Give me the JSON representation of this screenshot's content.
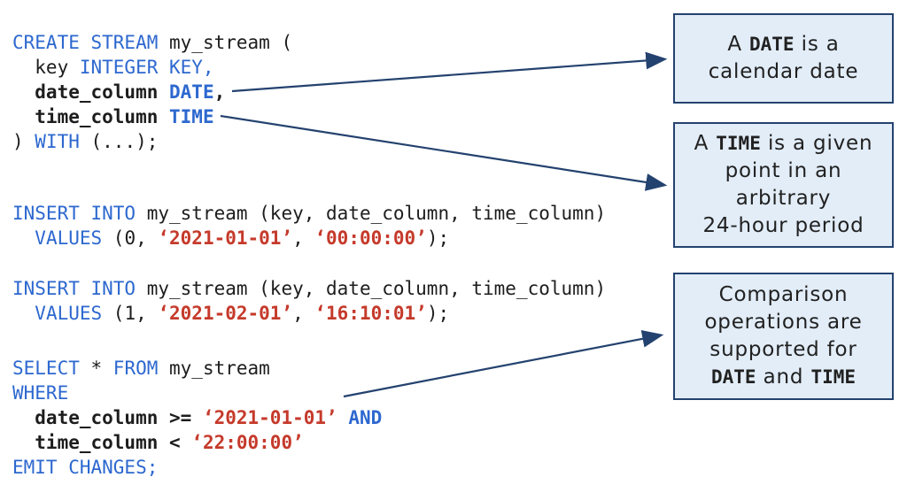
{
  "colors": {
    "keyword_blue": "#2d68cf",
    "literal_red": "#c53a2b",
    "code_black": "#1d1d1d",
    "box_background": "#e2edf8",
    "box_border": "#24426f",
    "arrow": "#24426f"
  },
  "code": {
    "lines": [
      {
        "segments": [
          {
            "t": "CREATE STREAM",
            "s": "kw"
          },
          {
            "t": " my_stream (",
            "s": "p"
          }
        ],
        "spacer_after": 0
      },
      {
        "segments": [
          {
            "t": "  key ",
            "s": "p"
          },
          {
            "t": "INTEGER KEY,",
            "s": "kw"
          }
        ],
        "spacer_after": 0
      },
      {
        "segments": [
          {
            "t": "  date_column ",
            "s": "pb"
          },
          {
            "t": "DATE",
            "s": "kwb"
          },
          {
            "t": ",",
            "s": "pb"
          }
        ],
        "spacer_after": 0
      },
      {
        "segments": [
          {
            "t": "  time_column ",
            "s": "pb"
          },
          {
            "t": "TIME",
            "s": "kwb"
          }
        ],
        "spacer_after": 0
      },
      {
        "segments": [
          {
            "t": ") ",
            "s": "p"
          },
          {
            "t": "WITH",
            "s": "kw"
          },
          {
            "t": " (...);",
            "s": "p"
          }
        ],
        "spacer_after": 53
      },
      {
        "segments": [
          {
            "t": "INSERT INTO",
            "s": "kw"
          },
          {
            "t": " my_stream (key, date_column, time_column)",
            "s": "p"
          }
        ],
        "spacer_after": 0
      },
      {
        "segments": [
          {
            "t": "  ",
            "s": "p"
          },
          {
            "t": "VALUES",
            "s": "kw"
          },
          {
            "t": " (0, ",
            "s": "p"
          },
          {
            "t": "‘2021-01-01’",
            "s": "str"
          },
          {
            "t": ", ",
            "s": "p"
          },
          {
            "t": "‘00:00:00’",
            "s": "str"
          },
          {
            "t": ");",
            "s": "p"
          }
        ],
        "spacer_after": 29
      },
      {
        "segments": [
          {
            "t": "INSERT INTO",
            "s": "kw"
          },
          {
            "t": " my_stream (key, date_column, time_column)",
            "s": "p"
          }
        ],
        "spacer_after": 0
      },
      {
        "segments": [
          {
            "t": "  ",
            "s": "p"
          },
          {
            "t": "VALUES",
            "s": "kw"
          },
          {
            "t": " (1, ",
            "s": "p"
          },
          {
            "t": "‘2021-02-01’",
            "s": "str"
          },
          {
            "t": ", ",
            "s": "p"
          },
          {
            "t": "‘16:10:01’",
            "s": "str"
          },
          {
            "t": ");",
            "s": "p"
          }
        ],
        "spacer_after": 34
      },
      {
        "segments": [
          {
            "t": "SELECT",
            "s": "kw"
          },
          {
            "t": " * ",
            "s": "p"
          },
          {
            "t": "FROM",
            "s": "kw"
          },
          {
            "t": " my_stream",
            "s": "p"
          }
        ],
        "spacer_after": 0
      },
      {
        "segments": [
          {
            "t": "WHERE",
            "s": "kw"
          }
        ],
        "spacer_after": 0
      },
      {
        "segments": [
          {
            "t": "  date_column >= ",
            "s": "pb"
          },
          {
            "t": "‘2021-01-01’",
            "s": "str"
          },
          {
            "t": " ",
            "s": "p"
          },
          {
            "t": "AND",
            "s": "kwb"
          }
        ],
        "spacer_after": 0
      },
      {
        "segments": [
          {
            "t": "  time_column < ",
            "s": "pb"
          },
          {
            "t": "‘22:00:00’",
            "s": "str"
          }
        ],
        "spacer_after": 0
      },
      {
        "segments": [
          {
            "t": "EMIT CHANGES;",
            "s": "kw"
          }
        ],
        "spacer_after": 0
      }
    ]
  },
  "annotations": {
    "boxes": [
      {
        "id": "box-date",
        "name": "date-note-box",
        "lines": [
          [
            {
              "t": "A ",
              "c": 0
            },
            {
              "t": "DATE",
              "c": 1
            },
            {
              "t": " is a",
              "c": 0
            }
          ],
          [
            {
              "t": "calendar date",
              "c": 0
            }
          ]
        ]
      },
      {
        "id": "box-time",
        "name": "time-note-box",
        "lines": [
          [
            {
              "t": "A ",
              "c": 0
            },
            {
              "t": "TIME",
              "c": 1
            },
            {
              "t": " is a given",
              "c": 0
            }
          ],
          [
            {
              "t": "point in an",
              "c": 0
            }
          ],
          [
            {
              "t": "arbitrary",
              "c": 0
            }
          ],
          [
            {
              "t": "24-hour period",
              "c": 0
            }
          ]
        ]
      },
      {
        "id": "box-comparison",
        "name": "comparison-note-box",
        "lines": [
          [
            {
              "t": "Comparison",
              "c": 0
            }
          ],
          [
            {
              "t": "operations are",
              "c": 0
            }
          ],
          [
            {
              "t": "supported for",
              "c": 0
            }
          ],
          [
            {
              "t": "DATE",
              "c": 1
            },
            {
              "t": " and ",
              "c": 0
            },
            {
              "t": "TIME",
              "c": 1
            }
          ]
        ]
      }
    ]
  }
}
